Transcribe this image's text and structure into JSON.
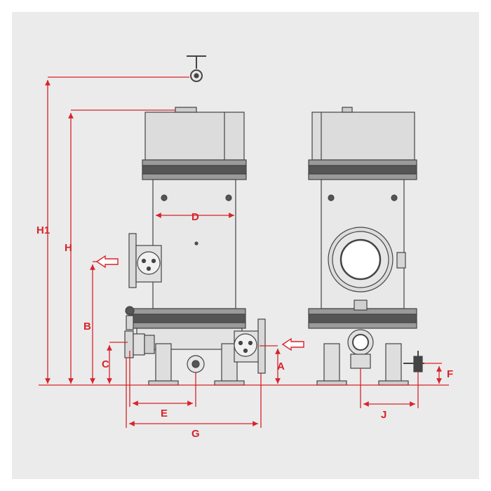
{
  "colors": {
    "background": "#ffffff",
    "panel": "#ebebeb",
    "dimension": "#d8232a",
    "body": "#e8e8e8",
    "top": "#dcdcdc",
    "flange": "#555555",
    "outline": "#444444"
  },
  "labels": {
    "h1": "H1",
    "h": "H",
    "d": "D",
    "b": "B",
    "c": "C",
    "a": "A",
    "e": "E",
    "g": "G",
    "f": "F",
    "j": "J"
  },
  "icons": {
    "inlet": "inlet-arrow-icon",
    "outlet": "outlet-arrow-icon",
    "lifting": "lifting-hook-icon"
  }
}
